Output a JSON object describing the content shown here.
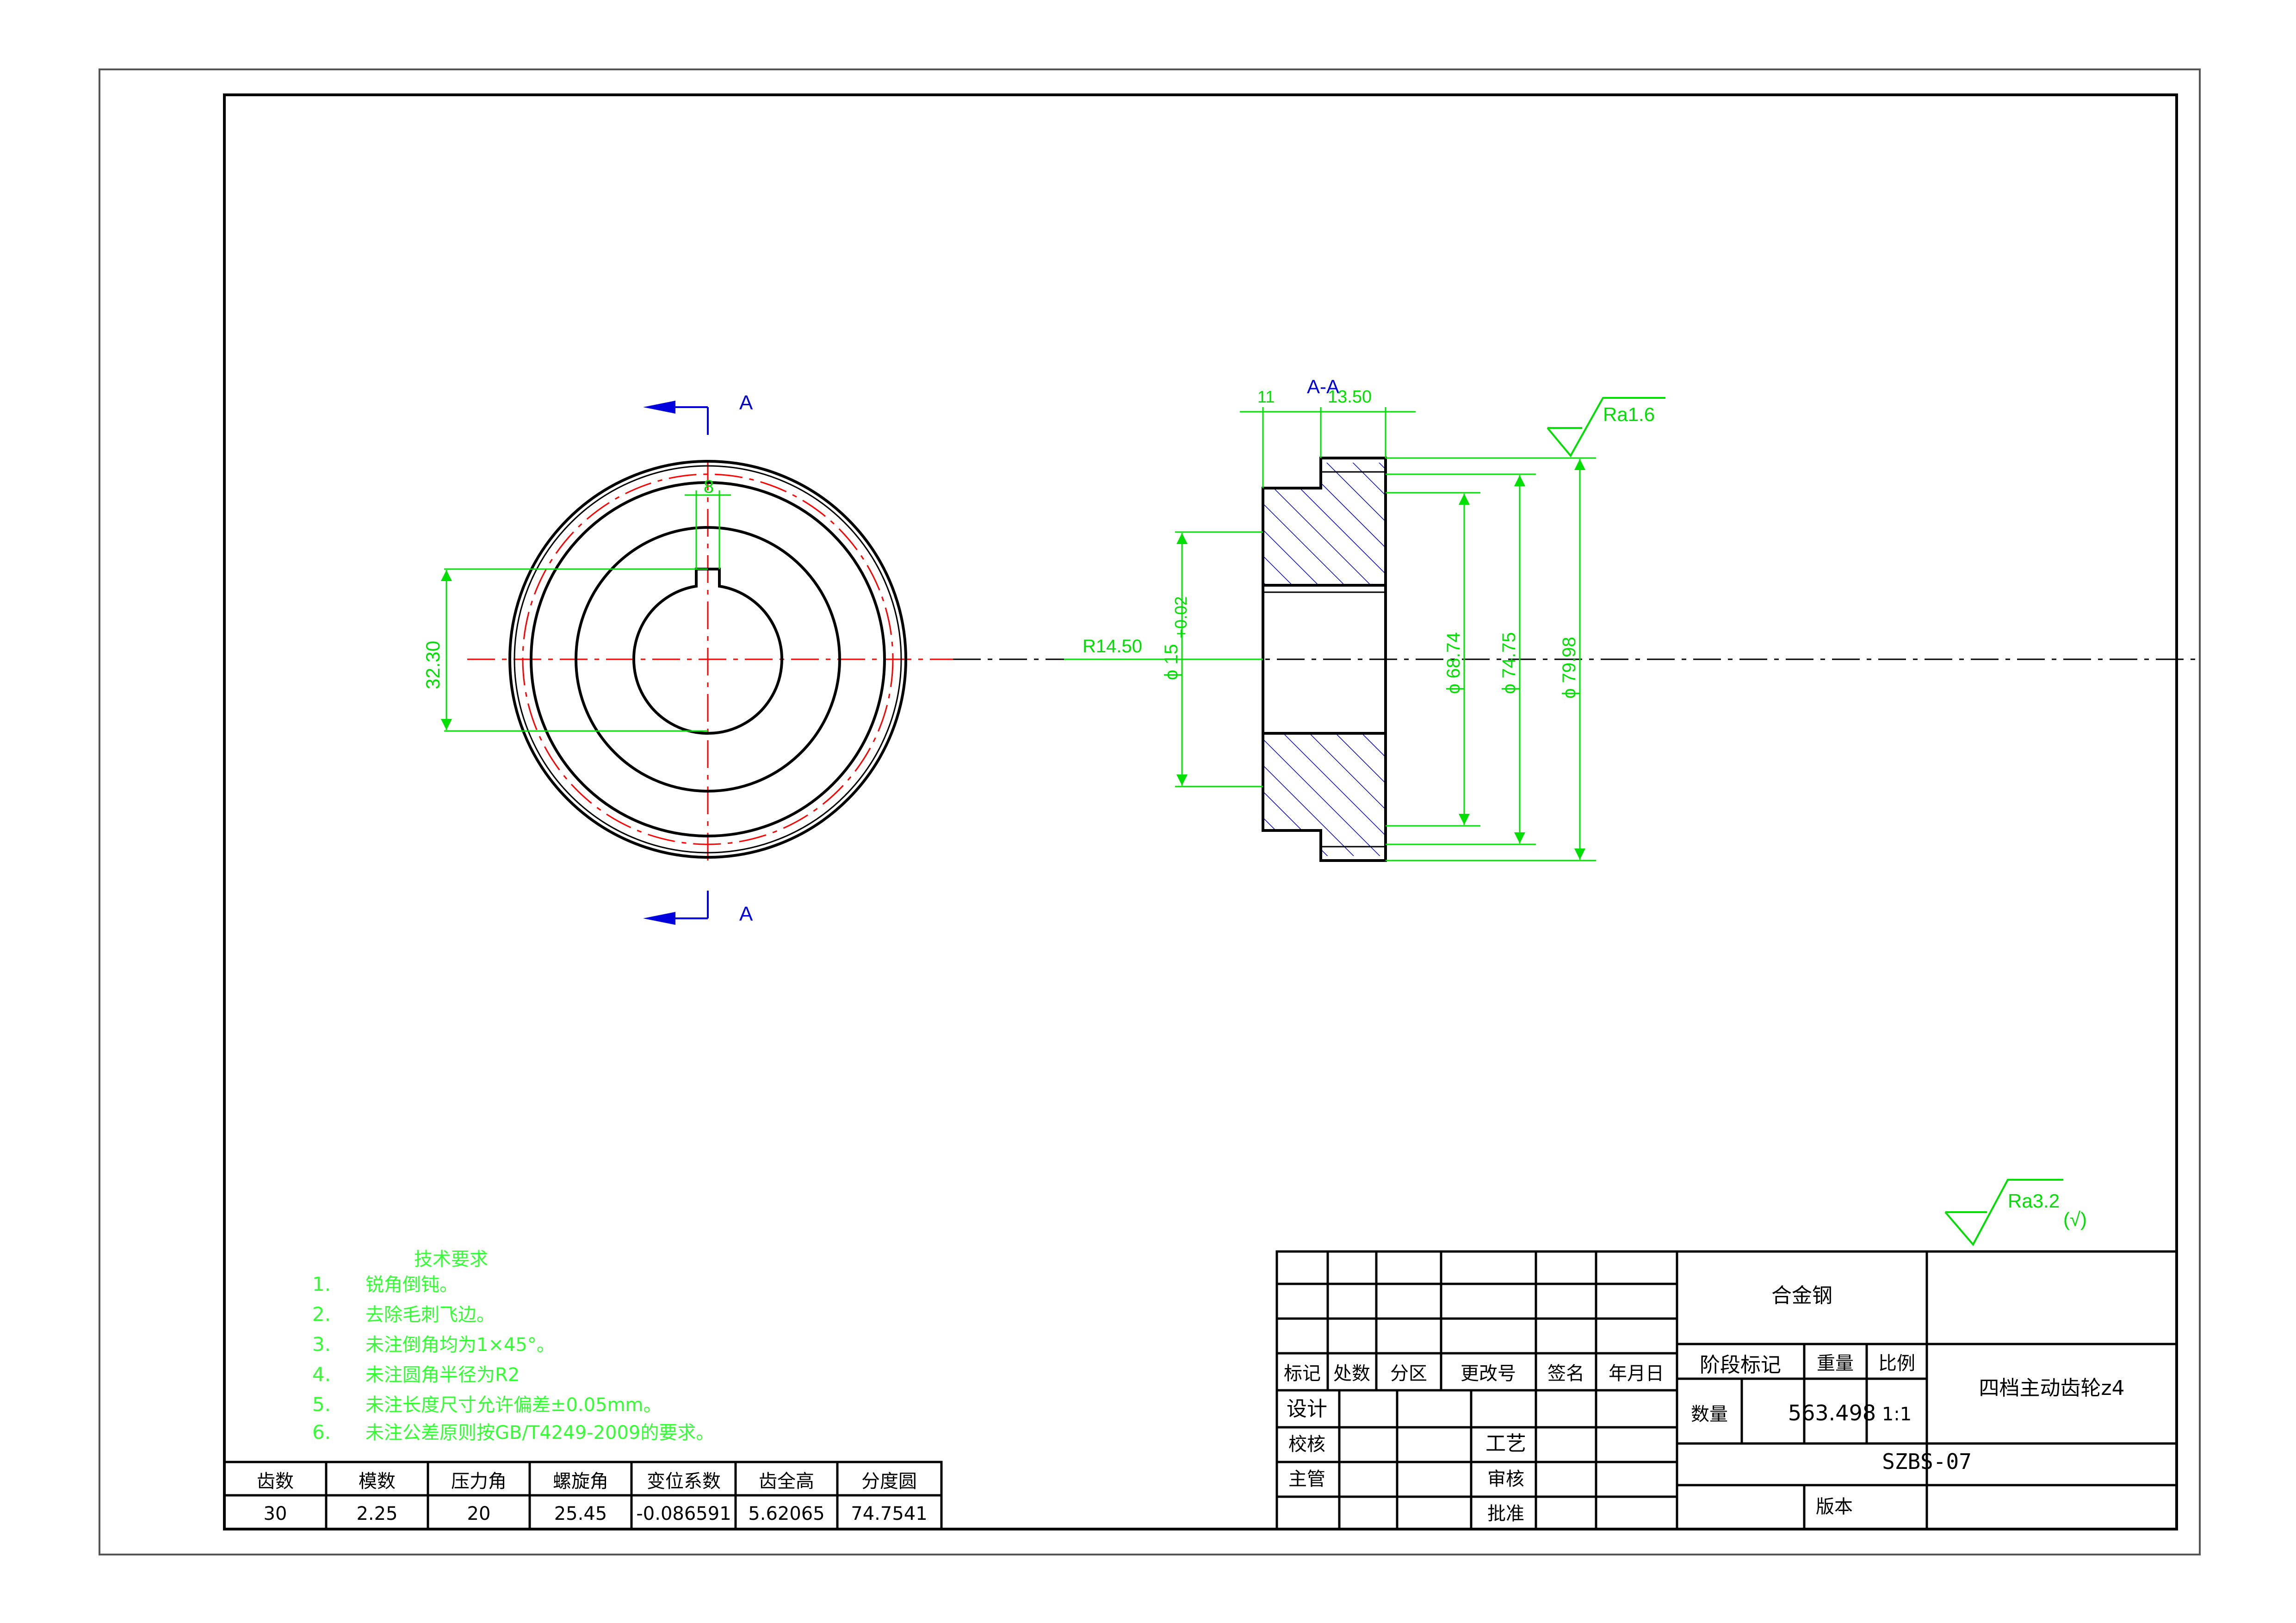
{
  "colors": {
    "outline": "#000000",
    "dimension": "#00e000",
    "note": "#33ff33",
    "centerline": "#ff0000",
    "section_arrow": "#0000dd",
    "hatch": "#0000cc"
  },
  "section": {
    "label_top": "A",
    "label_bottom": "A",
    "view_title": "A-A"
  },
  "front_view": {
    "dim_keyway_height": "32.30",
    "dim_keyway_width": "8"
  },
  "section_view": {
    "dim_hub_width": "11",
    "dim_rim_width": "13.50",
    "dim_radius": "R14.50",
    "dim_bore": "ϕ 15",
    "dim_bore_tol": "+0.02",
    "dim_tooth_root": "ϕ 68.74",
    "dim_pitch": "ϕ 74.75",
    "dim_tip": "ϕ 79.98",
    "roughness": "Ra1.6"
  },
  "general_roughness": {
    "value": "Ra3.2",
    "suffix": "(√)"
  },
  "tech_notes": {
    "title": "技术要求",
    "items": [
      {
        "num": "1.",
        "text": "锐角倒钝。"
      },
      {
        "num": "2.",
        "text": "去除毛刺飞边。"
      },
      {
        "num": "3.",
        "text": "未注倒角均为1×45°。"
      },
      {
        "num": "4.",
        "text": "未注圆角半径为R2"
      },
      {
        "num": "5.",
        "text": "未注长度尺寸允许偏差±0.05mm。"
      },
      {
        "num": "6.",
        "text": "未注公差原则按GB/T4249-2009的要求。"
      }
    ]
  },
  "gear_table": {
    "headers": [
      "齿数",
      "模数",
      "压力角",
      "螺旋角",
      "变位系数",
      "齿全高",
      "分度圆"
    ],
    "values": [
      "30",
      "2.25",
      "20",
      "25.45",
      "-0.086591",
      "5.62065",
      "74.7541"
    ]
  },
  "title_block": {
    "material": "合金钢",
    "part_name": "四档主动齿轮z4",
    "drawing_no": "SZBS-07",
    "row_headers": [
      "标记",
      "处数",
      "分区",
      "更改号",
      "签名",
      "年月日"
    ],
    "stage_mark": "阶段标记",
    "weight_label": "重量",
    "scale_label": "比例",
    "quantity_label": "数量",
    "weight_value": "563.498",
    "scale_value": "1:1",
    "design": "设计",
    "check": "校核",
    "supervise": "主管",
    "process": "工艺",
    "review": "审核",
    "approve": "批准",
    "version": "版本"
  }
}
